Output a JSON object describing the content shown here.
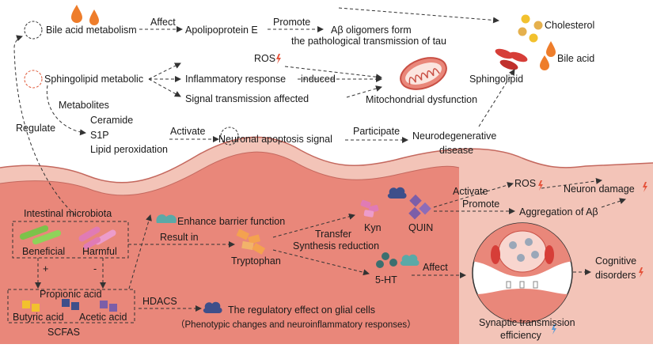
{
  "top": {
    "bile_acid_metabolism": "Bile acid metabolism",
    "affect": "Affect",
    "apolipoprotein": "Apolipoprotein E",
    "promote": "Promote",
    "abeta_line1": "Aβ oligomers form",
    "abeta_line2": "the pathological transmission of tau",
    "ros": "ROS",
    "sphingolipid_metabolic": "Sphingolipid metabolic",
    "inflammatory": "Inflammatory response",
    "induced": "induced",
    "signal_affected": "Signal transmission affected",
    "mito": "Mitochondrial dysfunction",
    "metabolites": "Metabolites",
    "regulate": "Regulate",
    "ceramide": "Ceramide",
    "s1p": "S1P",
    "lipid_perox": "Lipid peroxidation",
    "activate": "Activate",
    "neuronal_apoptosis": "Neuronal apoptosis signal",
    "participate": "Participate",
    "neurodeg_line1": "Neurodegenerative",
    "neurodeg_line2": "disease",
    "cholesterol": "Cholesterol",
    "bile_acid": "Bile acid",
    "sphingolipid": "Sphingolipid"
  },
  "gut": {
    "microbiota": "Intestinal microbiota",
    "beneficial": "Beneficial",
    "harmful": "Harmful",
    "plus": "+",
    "minus": "-",
    "propionic": "Propionic acid",
    "butyric": "Butyric acid",
    "acetic": "Acetic acid",
    "scfas": "SCFAS",
    "hdacs": "HDACS",
    "glial_line1": "The regulatory effect on glial cells",
    "glial_line2": "（Phenotypic changes and neuroinflammatory responses）",
    "barrier": "Enhance barrier function",
    "result_in": "Result in",
    "tryptophan": "Tryptophan",
    "transfer": "Transfer",
    "synthesis": "Synthesis reduction",
    "kyn": "Kyn",
    "quin": "QUIN",
    "ht5": "5-HT",
    "affect2": "Affect"
  },
  "right": {
    "activate2": "Activate",
    "ros2": "ROS",
    "neuron_damage": "Neuron damage",
    "promote2": "Promote",
    "aggregation": "Aggregation of Aβ",
    "cognitive_line1": "Cognitive",
    "cognitive_line2": "disorders",
    "synaptic_line1": "Synaptic transmission",
    "synaptic_line2": "efficiency"
  },
  "colors": {
    "gut_fill": "#e9877a",
    "gut_band": "#f3c4b8",
    "orange": "#ee7d2b",
    "red_cell": "#d63e38",
    "purple": "#7c5ea8",
    "cyan": "#5aa9a7",
    "navy": "#3e4f8a",
    "yellow": "#f2c12e",
    "pink": "#e07bb5",
    "green": "#7cc24a"
  }
}
